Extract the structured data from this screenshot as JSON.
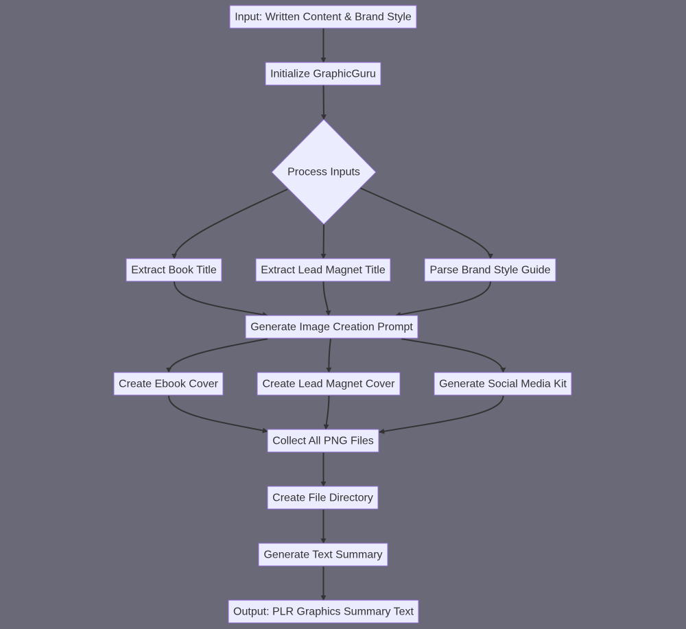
{
  "diagram": {
    "type": "flowchart",
    "direction": "top-down",
    "colors": {
      "background": "#696978",
      "node_fill": "#ececff",
      "node_border": "#9370db",
      "edge": "#333333",
      "text": "#333333"
    },
    "nodes": {
      "input": {
        "label": "Input: Written Content & Brand Style",
        "shape": "rect"
      },
      "init": {
        "label": "Initialize GraphicGuru",
        "shape": "rect"
      },
      "process": {
        "label": "Process Inputs",
        "shape": "diamond"
      },
      "book_title": {
        "label": "Extract Book Title",
        "shape": "rect"
      },
      "lead_title": {
        "label": "Extract Lead Magnet Title",
        "shape": "rect"
      },
      "brand_guide": {
        "label": "Parse Brand Style Guide",
        "shape": "rect"
      },
      "prompt": {
        "label": "Generate Image Creation Prompt",
        "shape": "rect"
      },
      "ebook_cover": {
        "label": "Create Ebook Cover",
        "shape": "rect"
      },
      "lead_cover": {
        "label": "Create Lead Magnet Cover",
        "shape": "rect"
      },
      "social_kit": {
        "label": "Generate Social Media Kit",
        "shape": "rect"
      },
      "collect": {
        "label": "Collect All PNG Files",
        "shape": "rect"
      },
      "directory": {
        "label": "Create File Directory",
        "shape": "rect"
      },
      "summary": {
        "label": "Generate Text Summary",
        "shape": "rect"
      },
      "output": {
        "label": "Output: PLR Graphics Summary Text",
        "shape": "rect"
      }
    },
    "edges": [
      [
        "input",
        "init"
      ],
      [
        "init",
        "process"
      ],
      [
        "process",
        "book_title"
      ],
      [
        "process",
        "lead_title"
      ],
      [
        "process",
        "brand_guide"
      ],
      [
        "book_title",
        "prompt"
      ],
      [
        "lead_title",
        "prompt"
      ],
      [
        "brand_guide",
        "prompt"
      ],
      [
        "prompt",
        "ebook_cover"
      ],
      [
        "prompt",
        "lead_cover"
      ],
      [
        "prompt",
        "social_kit"
      ],
      [
        "ebook_cover",
        "collect"
      ],
      [
        "lead_cover",
        "collect"
      ],
      [
        "social_kit",
        "collect"
      ],
      [
        "collect",
        "directory"
      ],
      [
        "directory",
        "summary"
      ],
      [
        "summary",
        "output"
      ]
    ]
  }
}
